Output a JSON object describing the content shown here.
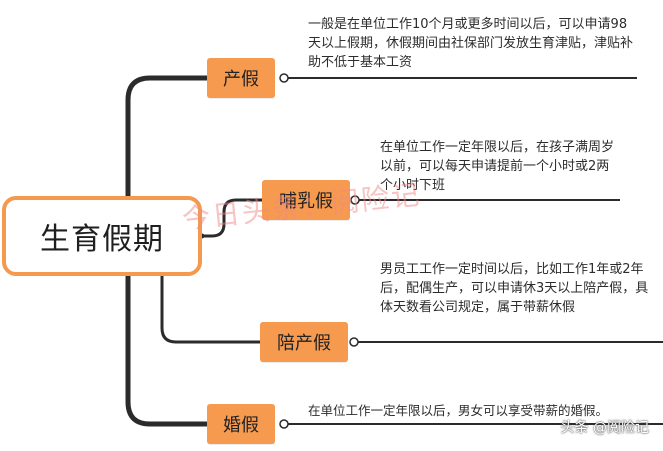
{
  "diagram": {
    "root_label": "生育假期",
    "branches": [
      {
        "label": "产假",
        "description": "一般是在单位工作10个月或更多时间以后，可以申请98天以上假期，休假期间由社保部门发放生育津贴，津贴补助不低于基本工资"
      },
      {
        "label": "哺乳假",
        "description": "在单位工作一定年限以后，在孩子满周岁以前，可以每天申请提前一个小时或2两个小时下班"
      },
      {
        "label": "陪产假",
        "description": "男员工工作一定时间以后，比如工作1年或2年后，配偶生产，可以申请休3天以上陪产假，具体天数看公司规定，属于带薪休假"
      },
      {
        "label": "婚假",
        "description": "在单位工作一定年限以后，男女可以享受带薪的婚假。"
      }
    ]
  },
  "watermark_text": "今日头条：阅险记",
  "source_mark": "头条 @阅险记",
  "colors": {
    "node_fill": "#f59a4f",
    "root_border": "#f39a4e",
    "connector": "#2b2b2b"
  }
}
